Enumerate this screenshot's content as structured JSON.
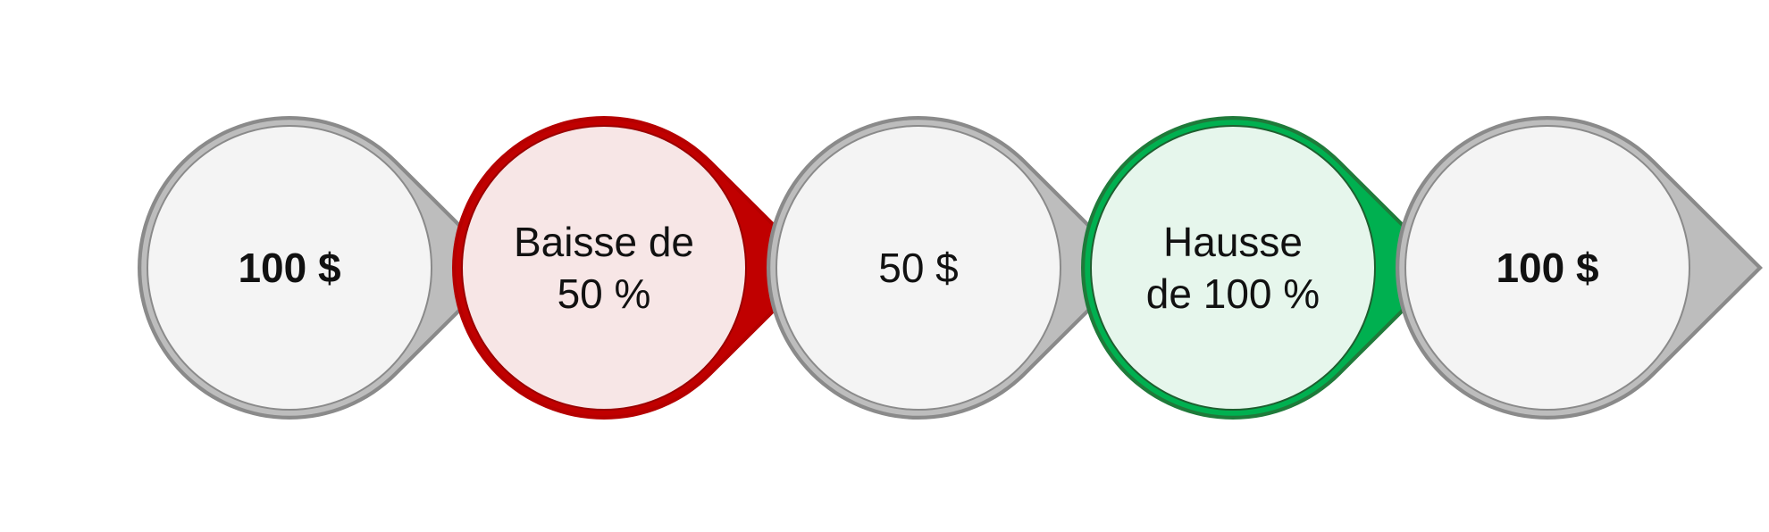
{
  "diagram": {
    "steps": [
      {
        "lines": [
          "100 $"
        ],
        "bold": true,
        "style": "neutral"
      },
      {
        "lines": [
          "Baisse de",
          "50 %"
        ],
        "bold": false,
        "style": "decrease"
      },
      {
        "lines": [
          "50 $"
        ],
        "bold": false,
        "style": "neutral"
      },
      {
        "lines": [
          "Hausse",
          "de 100 %"
        ],
        "bold": false,
        "style": "increase"
      },
      {
        "lines": [
          "100 $"
        ],
        "bold": true,
        "style": "neutral"
      }
    ],
    "styles": {
      "neutral": {
        "fill": "#f4f4f4",
        "outer": "#8a8a8a",
        "ring": "#bdbdbd",
        "inner": "#8a8a8a",
        "arrow": "#a6a6a6"
      },
      "decrease": {
        "fill": "#f7e6e6",
        "outer": "#b50000",
        "ring": "#c00000",
        "inner": "#9a0000",
        "arrow": "#c00000"
      },
      "increase": {
        "fill": "#e6f6ec",
        "outer": "#1f7a3a",
        "ring": "#00b050",
        "inner": "#1e5e2f",
        "arrow": "#00b050"
      }
    }
  }
}
